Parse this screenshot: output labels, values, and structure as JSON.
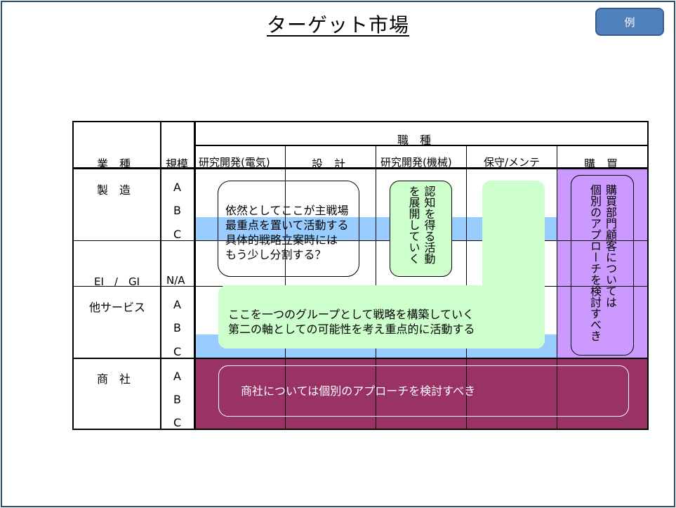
{
  "page": {
    "title": "ターゲット市場",
    "example_button": "例"
  },
  "table": {
    "header": {
      "industry": "業　種",
      "scale": "規模",
      "job_type": "職　種",
      "jobs": [
        "研究開発(電気)",
        "設　計",
        "研究開発(機械)",
        "保守/メンテ",
        "購　買"
      ]
    },
    "rows": {
      "manufacturing": {
        "label": "製　造",
        "scales": [
          "A",
          "B",
          "C"
        ]
      },
      "ei_gi": {
        "label": "EI　/　GI",
        "scales": [
          "N/A"
        ]
      },
      "other_service": {
        "label": "他サービス",
        "scales": [
          "A",
          "B",
          "C"
        ]
      },
      "trading": {
        "label": "商　社",
        "scales": [
          "A",
          "B",
          "C"
        ]
      }
    }
  },
  "notes": {
    "main_battlefield": {
      "lines": [
        "依然としてここが主戦場",
        "最重点を置いて活動する",
        "具体的戦略立案時には",
        "もう少し分割する？"
      ]
    },
    "awareness": {
      "lines": [
        "認知を得る活動",
        "を展開していく"
      ]
    },
    "group_strategy": {
      "lines": [
        "ここを一つのグループとして戦略を構築していく",
        "第二の軸としての可能性を考え重点的に活動する"
      ]
    },
    "purchasing": {
      "lines": [
        "購買部門顧客については",
        "個別のアプローチを検討すべき"
      ]
    },
    "trading": {
      "text": "商社については個別のアプローチを検討すべき"
    }
  },
  "colors": {
    "frame": "#2e4d6b",
    "button": "#4f81bd",
    "highlight_blue": "#99ccff",
    "green_note": "#ccffcc",
    "purchase_purple": "#cc99ff",
    "trading_maroon": "#993366"
  }
}
